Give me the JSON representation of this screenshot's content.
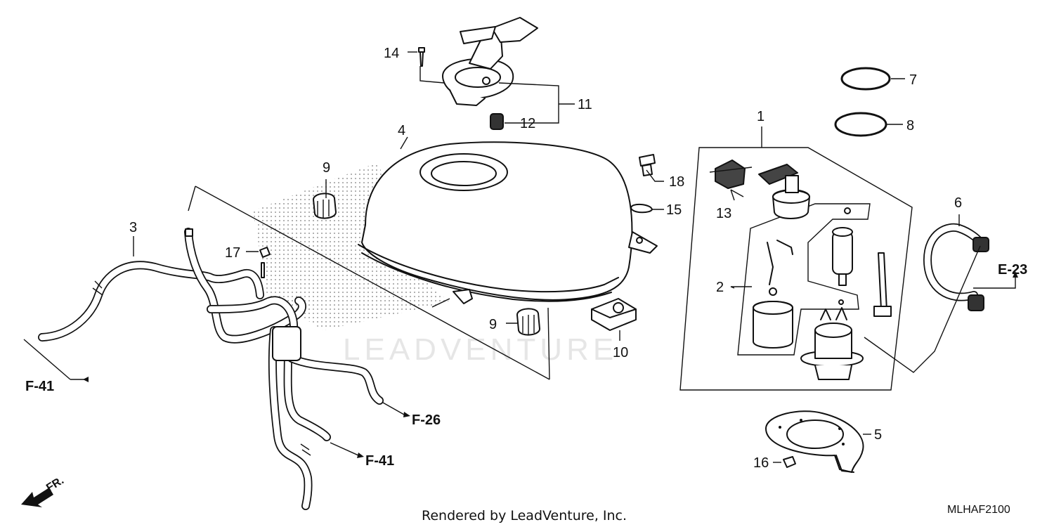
{
  "diagram": {
    "callouts": {
      "c1": "1",
      "c2": "2",
      "c3": "3",
      "c4": "4",
      "c5": "5",
      "c6": "6",
      "c7": "7",
      "c8": "8",
      "c9a": "9",
      "c9b": "9",
      "c10": "10",
      "c11": "11",
      "c12": "12",
      "c13": "13",
      "c14": "14",
      "c15": "15",
      "c16": "16",
      "c17": "17",
      "c18": "18"
    },
    "references": {
      "f41_left": "F-41",
      "f26": "F-26",
      "f41_bottom": "F-41",
      "e23": "E-23"
    },
    "direction_label": "FR.",
    "watermark": "LEADVENTURE",
    "footer_text": "Rendered by LeadVenture, Inc.",
    "diagram_code": "MLHAF2100"
  }
}
